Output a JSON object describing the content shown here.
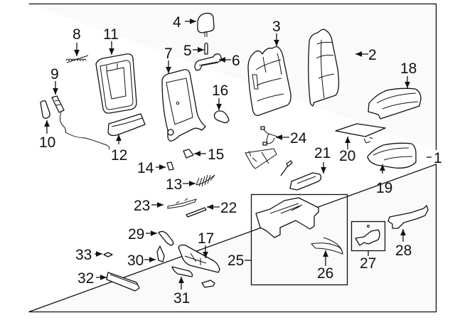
{
  "diagram": {
    "title": "Seat Components Parts Diagram",
    "border_color": "#111111",
    "background": "#fafafa",
    "callouts": [
      {
        "id": "1",
        "label": "1"
      },
      {
        "id": "2",
        "label": "2"
      },
      {
        "id": "3",
        "label": "3"
      },
      {
        "id": "4",
        "label": "4"
      },
      {
        "id": "5",
        "label": "5"
      },
      {
        "id": "6",
        "label": "6"
      },
      {
        "id": "7",
        "label": "7"
      },
      {
        "id": "8",
        "label": "8"
      },
      {
        "id": "9",
        "label": "9"
      },
      {
        "id": "10",
        "label": "10"
      },
      {
        "id": "11",
        "label": "11"
      },
      {
        "id": "12",
        "label": "12"
      },
      {
        "id": "13",
        "label": "13"
      },
      {
        "id": "14",
        "label": "14"
      },
      {
        "id": "15",
        "label": "15"
      },
      {
        "id": "16",
        "label": "16"
      },
      {
        "id": "17",
        "label": "17"
      },
      {
        "id": "18",
        "label": "18"
      },
      {
        "id": "19",
        "label": "19"
      },
      {
        "id": "20",
        "label": "20"
      },
      {
        "id": "21",
        "label": "21"
      },
      {
        "id": "22",
        "label": "22"
      },
      {
        "id": "23",
        "label": "23"
      },
      {
        "id": "24",
        "label": "24"
      },
      {
        "id": "25",
        "label": "25"
      },
      {
        "id": "26",
        "label": "26"
      },
      {
        "id": "27",
        "label": "27"
      },
      {
        "id": "28",
        "label": "28"
      },
      {
        "id": "29",
        "label": "29"
      },
      {
        "id": "30",
        "label": "30"
      },
      {
        "id": "31",
        "label": "31"
      },
      {
        "id": "32",
        "label": "32"
      },
      {
        "id": "33",
        "label": "33"
      }
    ]
  }
}
